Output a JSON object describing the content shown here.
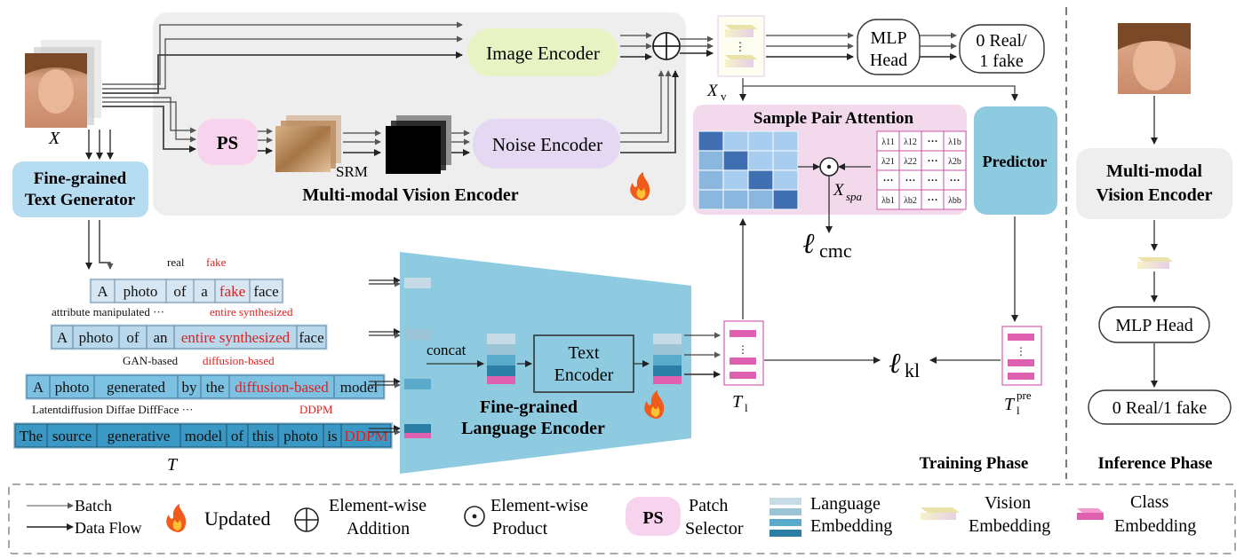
{
  "inputs": {
    "x_label": "X",
    "t_label": "T"
  },
  "text_generator": {
    "label_1": "Fine-grained",
    "label_2": "Text Generator"
  },
  "vision_encoder": {
    "title": "Multi-modal Vision Encoder",
    "image_encoder": "Image Encoder",
    "noise_encoder": "Noise Encoder",
    "ps": "PS",
    "srm": "SRM"
  },
  "xv_label": "X",
  "xv_sub": "v",
  "mlp_head": {
    "line1": "MLP",
    "line2": "Head"
  },
  "output_train": {
    "line1": "0 Real/",
    "line2": "1 fake"
  },
  "spa": {
    "title": "Sample Pair Attention",
    "xspa": "X",
    "xspa_sub": "spa",
    "lambdas": [
      [
        "λ11",
        "λ12",
        "···",
        "λ1b"
      ],
      [
        "λ21",
        "λ22",
        "···",
        "λ2b"
      ],
      [
        "···",
        "···",
        "···",
        "···"
      ],
      [
        "λb1",
        "λb2",
        "···",
        "λbb"
      ]
    ]
  },
  "predictor": "Predictor",
  "losses": {
    "cmc": "ℓ",
    "cmc_sub": "cmc",
    "kl": "ℓ",
    "kl_sub": "kl"
  },
  "tl_label": "T",
  "tl_sub": "l",
  "tlpre_sub": "l",
  "tlpre_sup": "pre",
  "sentences": [
    {
      "tokens": [
        "A",
        "photo",
        "of",
        "a",
        "fake",
        "face"
      ],
      "red": [
        4
      ]
    },
    {
      "tokens": [
        "A",
        "photo",
        "of",
        "an",
        "entire synthesized",
        "face"
      ],
      "red": [
        4
      ]
    },
    {
      "tokens": [
        "A",
        "photo",
        "generated",
        "by",
        "the",
        "diffusion-based",
        "model"
      ],
      "red": [
        5
      ]
    },
    {
      "tokens": [
        "The",
        "source",
        "generative",
        "model",
        "of",
        "this",
        "photo",
        "is",
        "DDPM"
      ],
      "red": [
        8
      ]
    }
  ],
  "sentence_annotations": [
    {
      "black": "real",
      "red": "fake"
    },
    {
      "black": "attribute manipulated   ···",
      "red": "entire synthesized"
    },
    {
      "black": "GAN-based",
      "red": "diffusion-based"
    },
    {
      "black": "Latentdiffusion     Diffae     DiffFace    ···",
      "red": "DDPM"
    }
  ],
  "language_encoder": {
    "concat": "concat",
    "text_encoder_1": "Text",
    "text_encoder_2": "Encoder",
    "title_1": "Fine-grained",
    "title_2": "Language Encoder"
  },
  "phases": {
    "training": "Training Phase",
    "inference": "Inference Phase"
  },
  "inference": {
    "encoder_1": "Multi-modal",
    "encoder_2": "Vision Encoder",
    "mlp": "MLP Head",
    "output": "0 Real/1 fake"
  },
  "legend": {
    "batch": "Batch",
    "data_flow": "Data Flow",
    "updated": "Updated",
    "addition_1": "Element-wise",
    "addition_2": "Addition",
    "product_1": "Element-wise",
    "product_2": "Product",
    "ps": "PS",
    "patch_1": "Patch",
    "patch_2": "Selector",
    "lang_1": "Language",
    "lang_2": "Embedding",
    "vision_1": "Vision",
    "vision_2": "Embedding",
    "class_1": "Class",
    "class_2": "Embedding"
  },
  "colors": {
    "vision_box": "#efeeee",
    "image_encoder": "#e8f3c4",
    "noise_encoder": "#e4d8f3",
    "ps": "#f8d3ee",
    "spa_box": "#f3d9ec",
    "predictor": "#8fcbe0",
    "text_gen": "#b6dcf2",
    "language_encoder": "#8fcbe0",
    "class_embedding": "#e060b0",
    "red_text": "#e02020"
  }
}
